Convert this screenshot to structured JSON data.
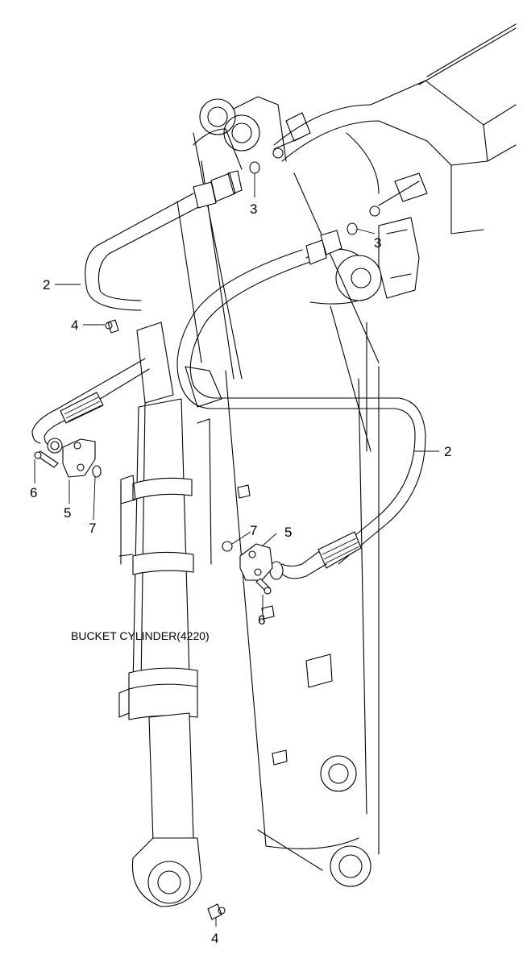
{
  "diagram": {
    "caption": "BUCKET CYLINDER(4220)",
    "callouts": [
      {
        "id": "c2a",
        "label": "2"
      },
      {
        "id": "c2b",
        "label": "2"
      },
      {
        "id": "c3a",
        "label": "3"
      },
      {
        "id": "c3b",
        "label": "3"
      },
      {
        "id": "c4a",
        "label": "4"
      },
      {
        "id": "c4b",
        "label": "4"
      },
      {
        "id": "c5a",
        "label": "5"
      },
      {
        "id": "c5b",
        "label": "5"
      },
      {
        "id": "c6a",
        "label": "6"
      },
      {
        "id": "c6b",
        "label": "6"
      },
      {
        "id": "c7a",
        "label": "7"
      },
      {
        "id": "c7b",
        "label": "7"
      }
    ]
  }
}
